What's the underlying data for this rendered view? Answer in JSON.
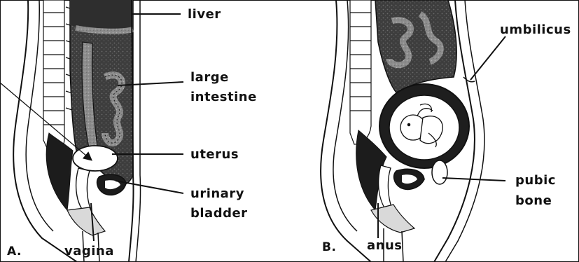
{
  "panels": [
    {
      "id": "A",
      "label": "A."
    },
    {
      "id": "B",
      "label": "B."
    }
  ],
  "labels": {
    "liver": "liver",
    "large_intestine_1": "large",
    "large_intestine_2": "intestine",
    "uterus": "uterus",
    "urinary_bladder_1": "urinary",
    "urinary_bladder_2": "bladder",
    "vagina": "vagina",
    "umbilicus": "umbilicus",
    "pubic_bone_1": "pubic",
    "pubic_bone_2": "bone",
    "anus": "anus"
  },
  "colors": {
    "ink": "#111111",
    "viscera_dark": "#3a3a3a",
    "viscera_mid": "#6a6a6a",
    "intestine_light": "#9a9a9a",
    "paper": "#ffffff"
  }
}
